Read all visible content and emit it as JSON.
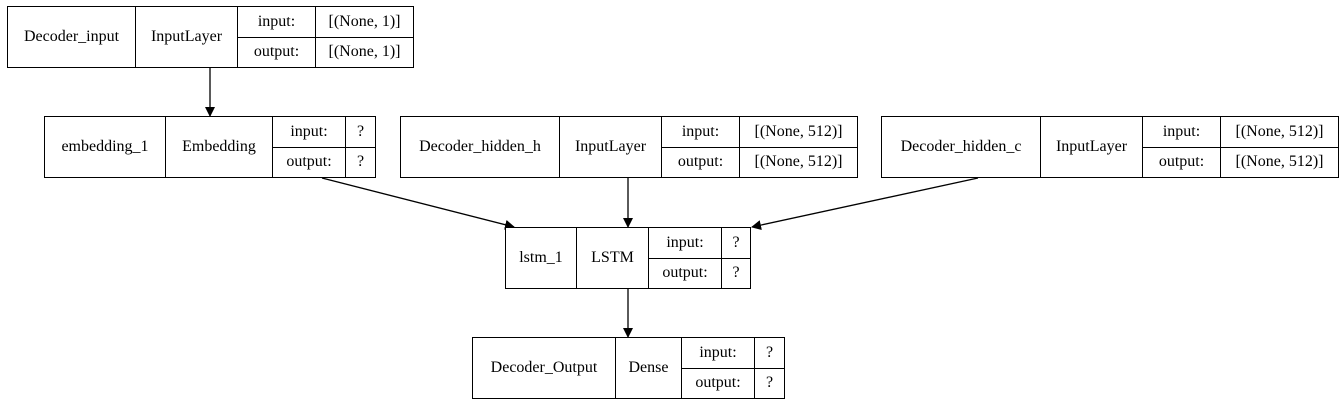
{
  "nodes": [
    {
      "name": "Decoder_input",
      "type": "InputLayer",
      "input_label": "input:",
      "output_label": "output:",
      "input": "[(None, 1)]",
      "output": "[(None, 1)]"
    },
    {
      "name": "embedding_1",
      "type": "Embedding",
      "input_label": "input:",
      "output_label": "output:",
      "input": "?",
      "output": "?"
    },
    {
      "name": "Decoder_hidden_h",
      "type": "InputLayer",
      "input_label": "input:",
      "output_label": "output:",
      "input": "[(None, 512)]",
      "output": "[(None, 512)]"
    },
    {
      "name": "Decoder_hidden_c",
      "type": "InputLayer",
      "input_label": "input:",
      "output_label": "output:",
      "input": "[(None, 512)]",
      "output": "[(None, 512)]"
    },
    {
      "name": "lstm_1",
      "type": "LSTM",
      "input_label": "input:",
      "output_label": "output:",
      "input": "?",
      "output": "?"
    },
    {
      "name": "Decoder_Output",
      "type": "Dense",
      "input_label": "input:",
      "output_label": "output:",
      "input": "?",
      "output": "?"
    }
  ],
  "edges": [
    {
      "from": "Decoder_input",
      "to": "embedding_1"
    },
    {
      "from": "embedding_1",
      "to": "lstm_1"
    },
    {
      "from": "Decoder_hidden_h",
      "to": "lstm_1"
    },
    {
      "from": "Decoder_hidden_c",
      "to": "lstm_1"
    },
    {
      "from": "lstm_1",
      "to": "Decoder_Output"
    }
  ]
}
